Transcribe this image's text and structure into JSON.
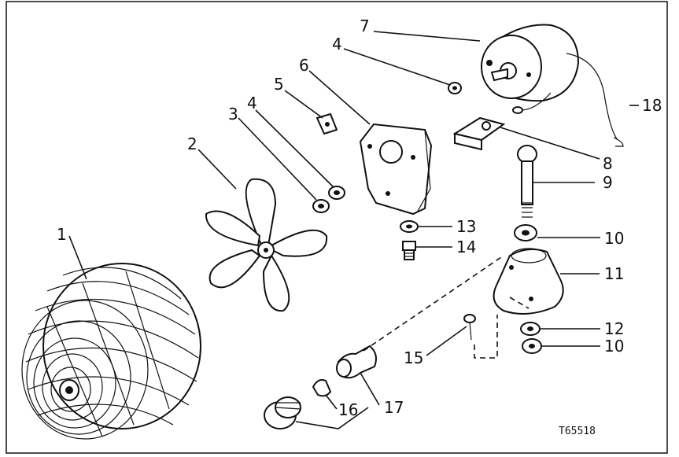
{
  "figure_id": "T65518",
  "callouts": {
    "c1": "1",
    "c2": "2",
    "c3": "3",
    "c4a": "4",
    "c4b": "4",
    "c5": "5",
    "c6": "6",
    "c7": "7",
    "c8": "8",
    "c9": "9",
    "c10a": "10",
    "c10b": "10",
    "c11": "11",
    "c12": "12",
    "c13": "13",
    "c14": "14",
    "c15": "15",
    "c16": "16",
    "c17": "17",
    "c18": "18"
  }
}
